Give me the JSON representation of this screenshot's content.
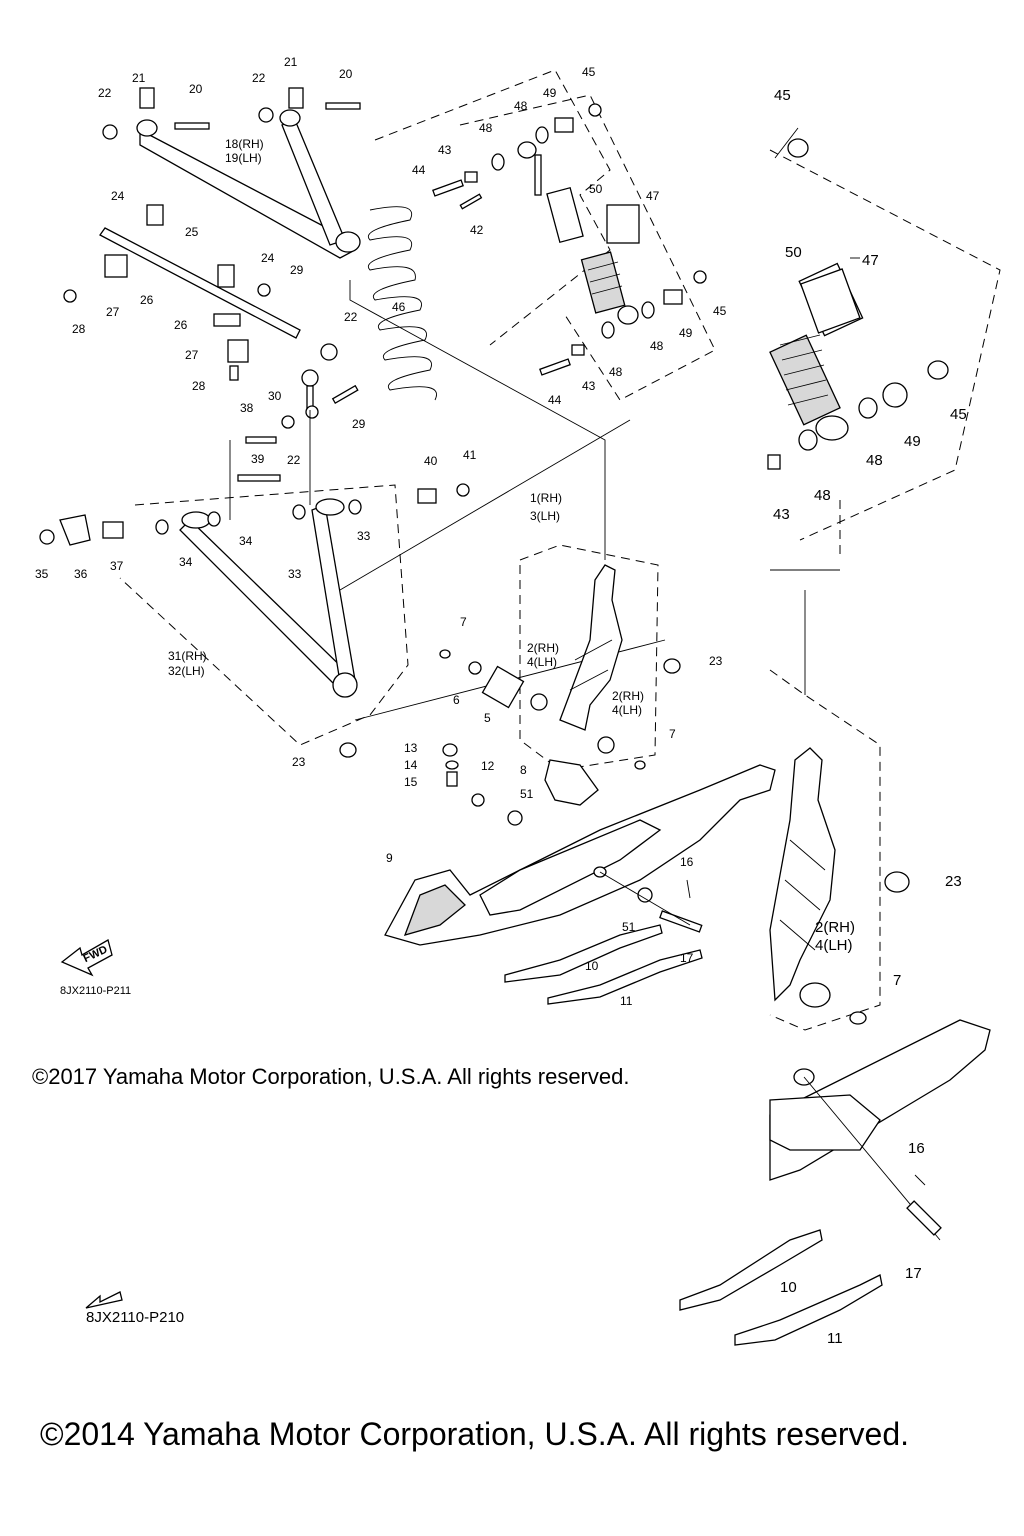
{
  "labels": {
    "l1": "1(RH)",
    "l3": "3(LH)",
    "l2a": "2(RH)",
    "l4a": "4(LH)",
    "l2b": "2(RH)",
    "l4b": "4(LH)",
    "l2c": "2(RH)",
    "l4c": "4(LH)",
    "l5": "5",
    "l6": "6",
    "l7a": "7",
    "l7b": "7",
    "l7c": "7",
    "l8": "8",
    "l9": "9",
    "l10a": "10",
    "l10b": "10",
    "l11a": "11",
    "l11b": "11",
    "l12": "12",
    "l13": "13",
    "l14": "14",
    "l15": "15",
    "l16a": "16",
    "l16b": "16",
    "l17a": "17",
    "l17b": "17",
    "l18": "18(RH)",
    "l19": "19(LH)",
    "l20a": "20",
    "l20b": "20",
    "l21a": "21",
    "l21b": "21",
    "l22a": "22",
    "l22b": "22",
    "l22c": "22",
    "l22d": "22",
    "l23a": "23",
    "l23b": "23",
    "l23c": "23",
    "l24a": "24",
    "l24b": "24",
    "l25": "25",
    "l26a": "26",
    "l26b": "26",
    "l27a": "27",
    "l27b": "27",
    "l28a": "28",
    "l28b": "28",
    "l29a": "29",
    "l29b": "29",
    "l30": "30",
    "l31": "31(RH)",
    "l32": "32(LH)",
    "l33a": "33",
    "l33b": "33",
    "l34a": "34",
    "l34b": "34",
    "l35": "35",
    "l36": "36",
    "l37": "37",
    "l38": "38",
    "l39": "39",
    "l40": "40",
    "l41": "41",
    "l42": "42",
    "l43a": "43",
    "l43b": "43",
    "l43c": "43",
    "l44a": "44",
    "l44b": "44",
    "l45a": "45",
    "l45b": "45",
    "l45c": "45",
    "l45d": "45",
    "l46": "46",
    "l47a": "47",
    "l47b": "47",
    "l48a": "48",
    "l48b": "48",
    "l48c": "48",
    "l48d": "48",
    "l48e": "48",
    "l48f": "48",
    "l49a": "49",
    "l49b": "49",
    "l49c": "49",
    "l50a": "50",
    "l50b": "50",
    "l51a": "51",
    "l51b": "51"
  },
  "fwd_label": "FWD",
  "diagram_code_top": "8JX2110-P211",
  "diagram_code_bottom": "8JX2110-P210",
  "copyright_2017": "©2017 Yamaha Motor Corporation, U.S.A. All rights reserved.",
  "copyright_2014": "©2014 Yamaha Motor Corporation, U.S.A. All rights reserved."
}
